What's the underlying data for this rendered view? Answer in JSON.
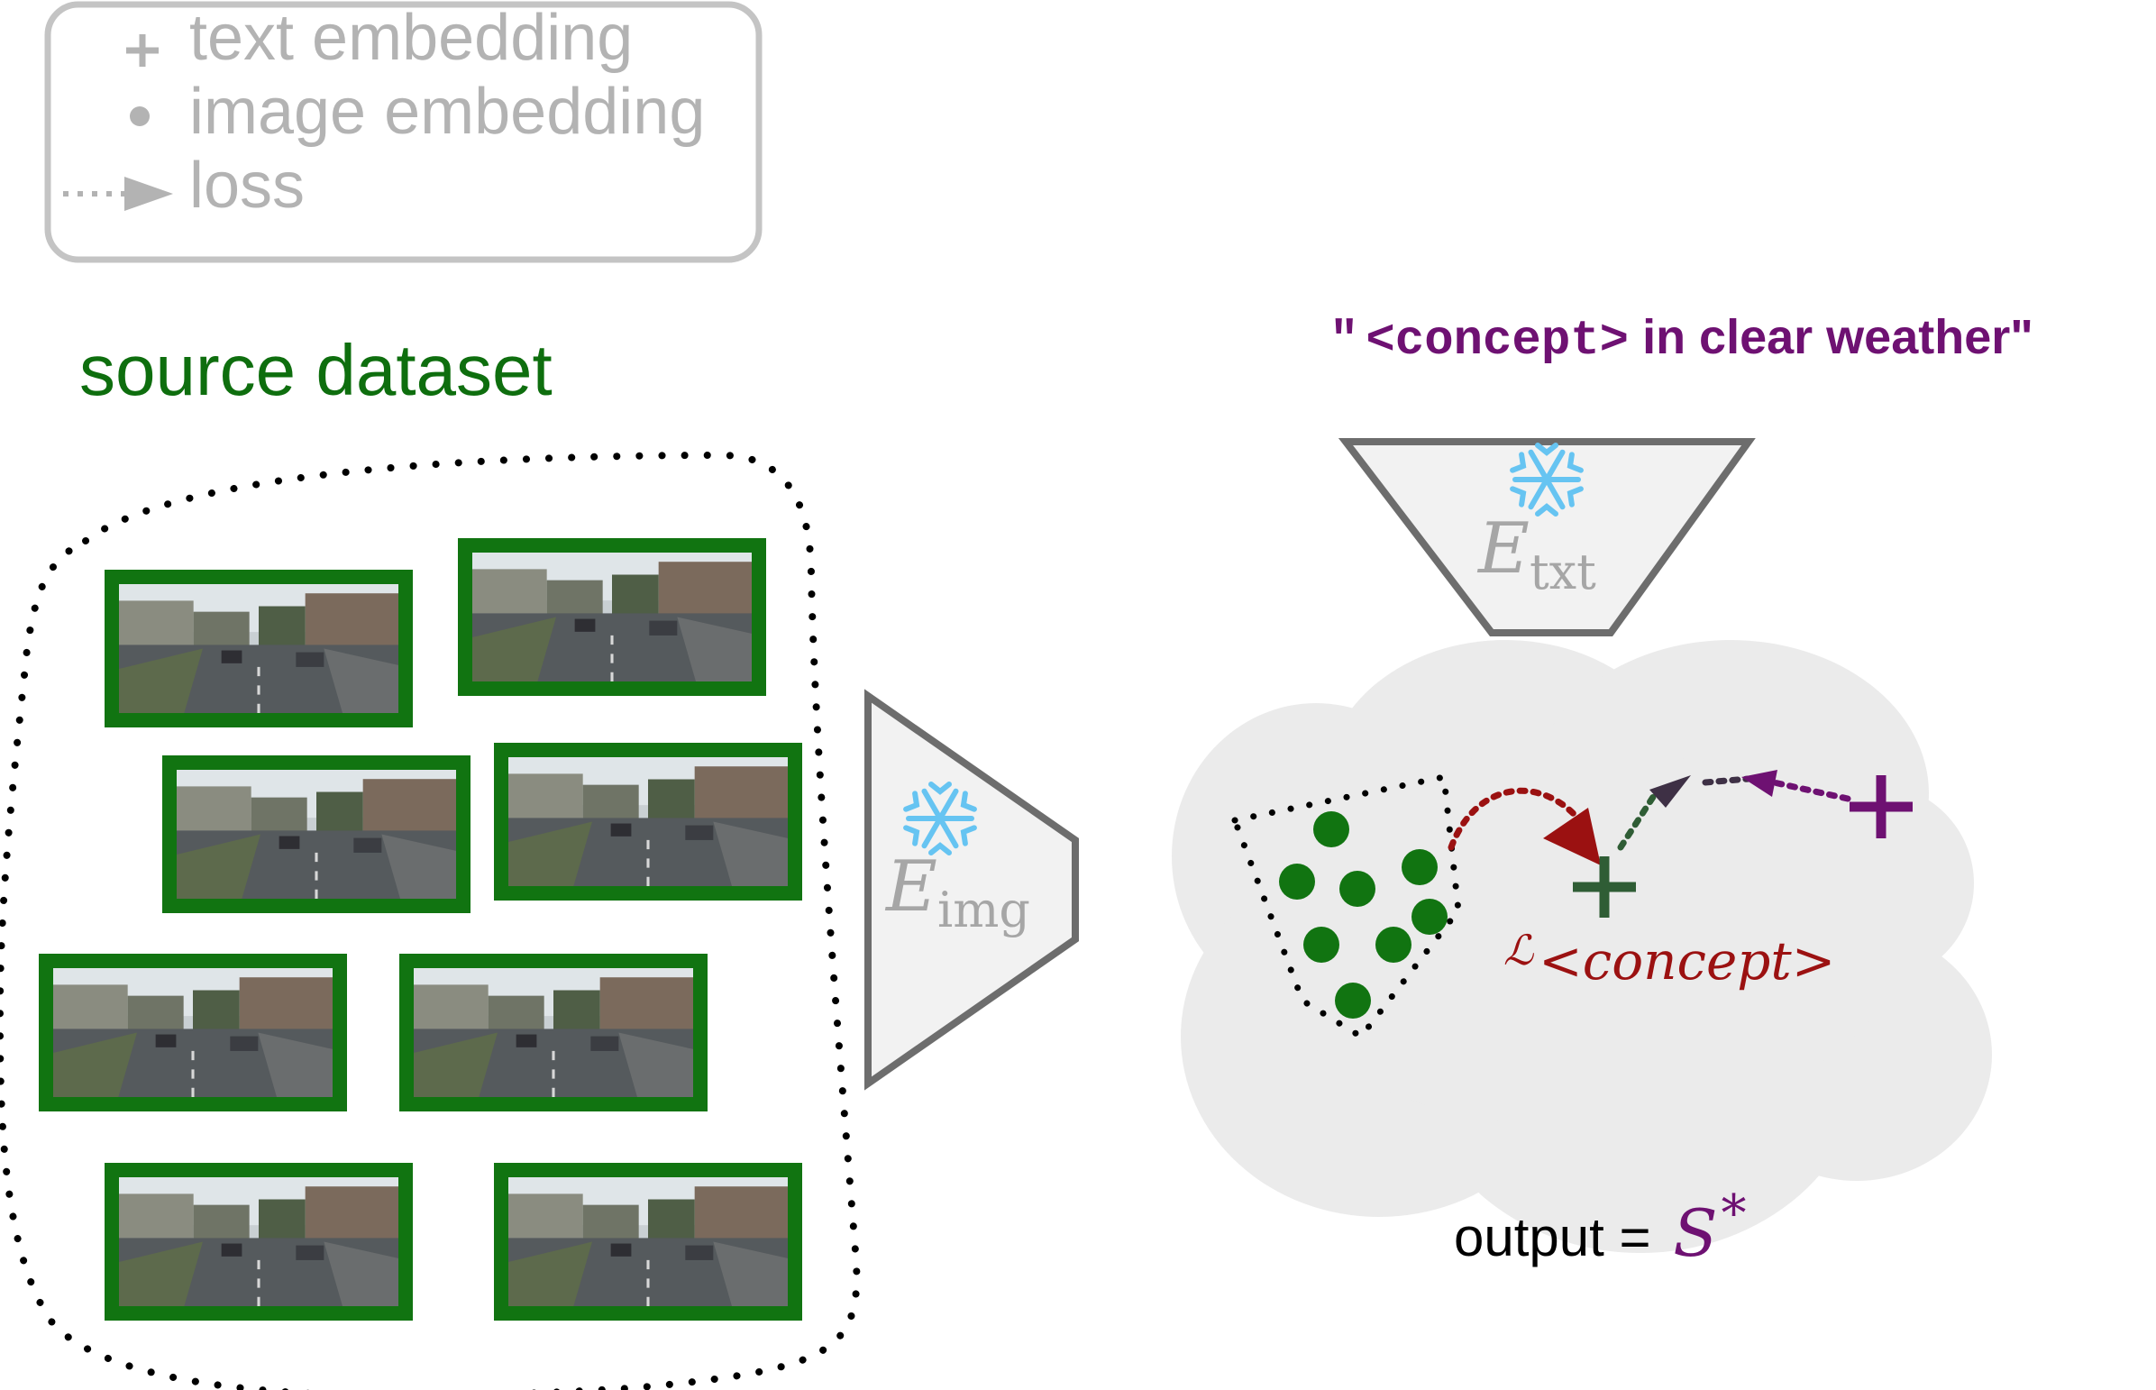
{
  "legend": {
    "text_embedding_label": "text embedding",
    "image_embedding_label": "image embedding",
    "loss_label": "loss"
  },
  "source_dataset_label": "source dataset",
  "prompt": {
    "quote_open": "\"",
    "concept_token": "<concept>",
    "rest": " in clear weather\""
  },
  "text_encoder": {
    "symbol": "E",
    "subscript": "txt"
  },
  "image_encoder": {
    "symbol": "E",
    "subscript": "img"
  },
  "loss": {
    "symbol": "ℒ",
    "subscript": "<concept>"
  },
  "output": {
    "prefix": "output = ",
    "symbol": "S",
    "superscript": "*"
  },
  "colors": {
    "green": "#0e6e0e",
    "frame_green": "#117411",
    "dark_green": "#2f5d35",
    "purple": "#6e1172",
    "dark_red": "#9b1111",
    "gray_text": "#b3b3b3",
    "encoder_gray": "#6d6d6d",
    "snowflake": "#66c4f2",
    "cloud": "#ebebeb"
  }
}
